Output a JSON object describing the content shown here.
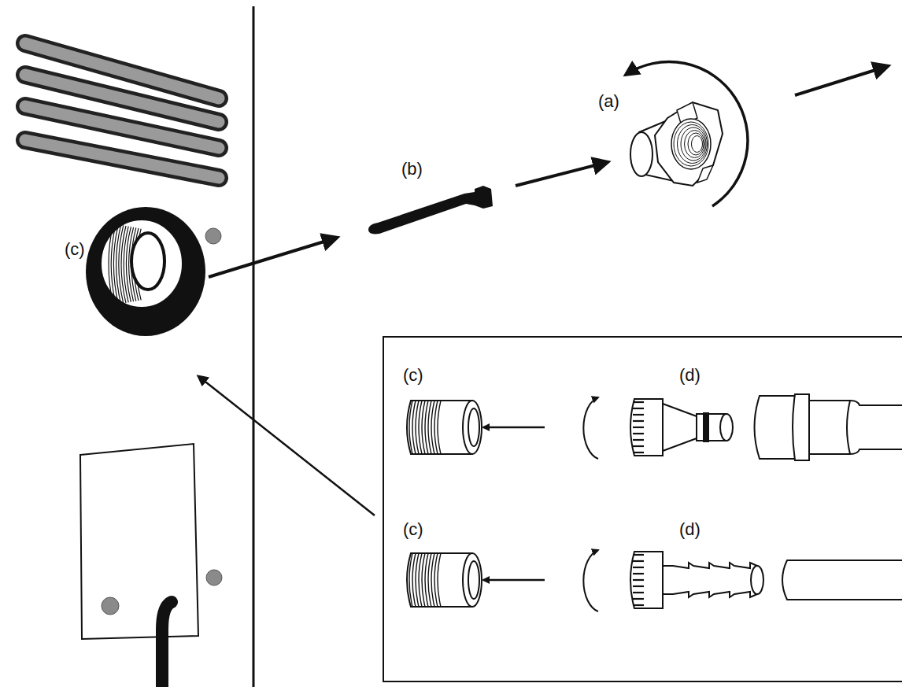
{
  "diagram": {
    "labels": [
      "(a)",
      "(b)",
      "(c)",
      "(c)",
      "(d)",
      "(c)",
      "(d)"
    ]
  }
}
